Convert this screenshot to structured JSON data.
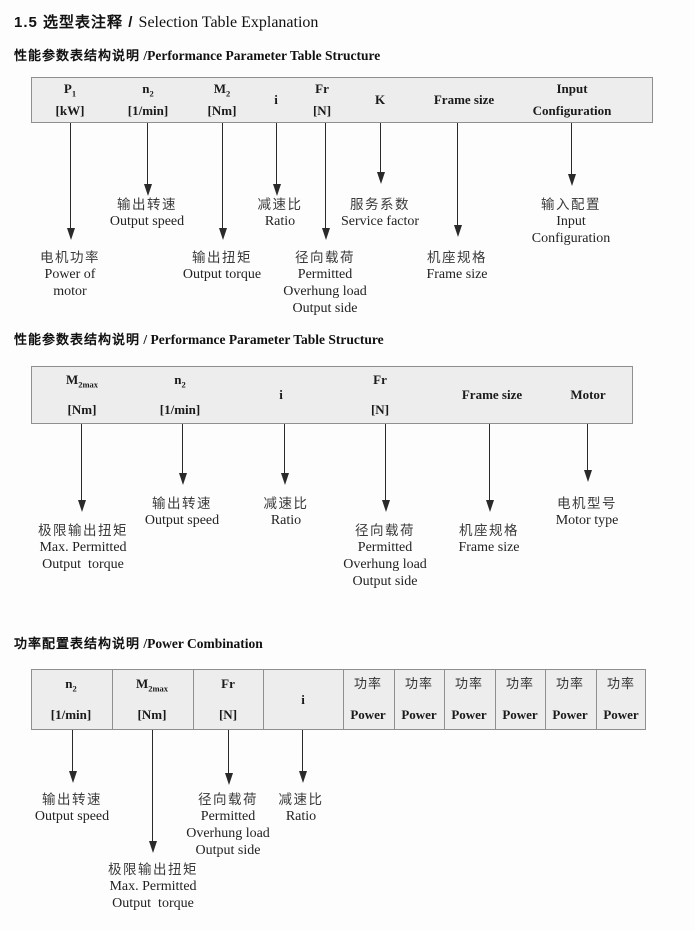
{
  "page_title": {
    "zh": "1.5 选型表注释",
    "sep": " / ",
    "en": "Selection Table Explanation"
  },
  "colors": {
    "table_background": "#ededed",
    "table_border": "#8f8f8f",
    "text": "#1a1a1a"
  },
  "sections": [
    {
      "heading": {
        "zh": "性能参数表结构说明",
        "sep": " /",
        "en": "Performance Parameter Table Structure"
      },
      "table_columns": [
        {
          "lines": [
            [
              "P",
              "1"
            ],
            [
              "[kW]",
              ""
            ]
          ]
        },
        {
          "lines": [
            [
              "n",
              "2"
            ],
            [
              "[1/min]",
              ""
            ]
          ]
        },
        {
          "lines": [
            [
              "M",
              "2"
            ],
            [
              "[Nm]",
              ""
            ]
          ]
        },
        {
          "lines": [
            [
              "i",
              ""
            ]
          ]
        },
        {
          "lines": [
            [
              "Fr",
              ""
            ],
            [
              "[N]",
              ""
            ]
          ]
        },
        {
          "lines": [
            [
              "K",
              ""
            ]
          ]
        },
        {
          "lines": [
            [
              "Frame size",
              ""
            ]
          ]
        },
        {
          "lines": [
            [
              "Input",
              ""
            ],
            [
              "Configuration",
              ""
            ]
          ]
        }
      ],
      "callouts": [
        {
          "name": "power-of-motor",
          "lines": [
            {
              "t": "电机功率",
              "zh": true
            },
            {
              "t": "Power of"
            },
            {
              "t": "motor"
            }
          ]
        },
        {
          "name": "output-speed",
          "lines": [
            {
              "t": "输出转速",
              "zh": true
            },
            {
              "t": "Output speed"
            }
          ]
        },
        {
          "name": "output-torque",
          "lines": [
            {
              "t": "输出扭矩",
              "zh": true
            },
            {
              "t": "Output torque"
            }
          ]
        },
        {
          "name": "ratio",
          "lines": [
            {
              "t": "减速比",
              "zh": true
            },
            {
              "t": "Ratio"
            }
          ]
        },
        {
          "name": "overhung-load",
          "lines": [
            {
              "t": "径向载荷",
              "zh": true
            },
            {
              "t": "Permitted"
            },
            {
              "t": "Overhung load"
            },
            {
              "t": "Output side"
            }
          ]
        },
        {
          "name": "service-factor",
          "lines": [
            {
              "t": "服务系数",
              "zh": true
            },
            {
              "t": "Service factor"
            }
          ]
        },
        {
          "name": "frame-size",
          "lines": [
            {
              "t": "机座规格",
              "zh": true
            },
            {
              "t": "Frame size"
            }
          ]
        },
        {
          "name": "input-configuration",
          "lines": [
            {
              "t": "输入配置",
              "zh": true
            },
            {
              "t": "Input"
            },
            {
              "t": "Configuration"
            }
          ]
        }
      ]
    },
    {
      "heading": {
        "zh": "性能参数表结构说明",
        "sep": " / ",
        "en": "Performance Parameter Table Structure"
      },
      "table_columns": [
        {
          "lines": [
            [
              "M",
              "2max"
            ],
            [
              "[Nm]",
              ""
            ]
          ]
        },
        {
          "lines": [
            [
              "n",
              "2"
            ],
            [
              "[1/min]",
              ""
            ]
          ]
        },
        {
          "lines": [
            [
              "i",
              ""
            ]
          ]
        },
        {
          "lines": [
            [
              "Fr",
              ""
            ],
            [
              "[N]",
              ""
            ]
          ]
        },
        {
          "lines": [
            [
              "Frame size",
              ""
            ]
          ]
        },
        {
          "lines": [
            [
              "Motor",
              ""
            ]
          ]
        }
      ],
      "callouts": [
        {
          "name": "max-output-torque",
          "lines": [
            {
              "t": "极限输出扭矩",
              "zh": true
            },
            {
              "t": "Max. Permitted"
            },
            {
              "t": "Output  torque"
            }
          ]
        },
        {
          "name": "output-speed",
          "lines": [
            {
              "t": "输出转速",
              "zh": true
            },
            {
              "t": "Output speed"
            }
          ]
        },
        {
          "name": "ratio",
          "lines": [
            {
              "t": "减速比",
              "zh": true
            },
            {
              "t": "Ratio"
            }
          ]
        },
        {
          "name": "overhung-load",
          "lines": [
            {
              "t": "径向载荷",
              "zh": true
            },
            {
              "t": "Permitted"
            },
            {
              "t": "Overhung load"
            },
            {
              "t": "Output side"
            }
          ]
        },
        {
          "name": "frame-size",
          "lines": [
            {
              "t": "机座规格",
              "zh": true
            },
            {
              "t": "Frame size"
            }
          ]
        },
        {
          "name": "motor-type",
          "lines": [
            {
              "t": "电机型号",
              "zh": true
            },
            {
              "t": "Motor type"
            }
          ]
        }
      ]
    },
    {
      "heading": {
        "zh": "功率配置表结构说明",
        "sep": " /",
        "en": "Power Combination"
      },
      "table_columns": [
        {
          "lines": [
            [
              "n",
              "2"
            ],
            [
              "[1/min]",
              ""
            ]
          ]
        },
        {
          "lines": [
            [
              "M",
              "2max"
            ],
            [
              "[Nm]",
              ""
            ]
          ]
        },
        {
          "lines": [
            [
              "Fr",
              ""
            ],
            [
              "[N]",
              ""
            ]
          ]
        },
        {
          "lines": [
            [
              "i",
              ""
            ]
          ]
        },
        {
          "lines": [
            [
              "功率",
              ""
            ],
            [
              "Power",
              ""
            ]
          ]
        },
        {
          "lines": [
            [
              "功率",
              ""
            ],
            [
              "Power",
              ""
            ]
          ]
        },
        {
          "lines": [
            [
              "功率",
              ""
            ],
            [
              "Power",
              ""
            ]
          ]
        },
        {
          "lines": [
            [
              "功率",
              ""
            ],
            [
              "Power",
              ""
            ]
          ]
        },
        {
          "lines": [
            [
              "功率",
              ""
            ],
            [
              "Power",
              ""
            ]
          ]
        },
        {
          "lines": [
            [
              "功率",
              ""
            ],
            [
              "Power",
              ""
            ]
          ]
        }
      ],
      "callouts": [
        {
          "name": "output-speed",
          "lines": [
            {
              "t": "输出转速",
              "zh": true
            },
            {
              "t": "Output speed"
            }
          ]
        },
        {
          "name": "max-output-torque",
          "lines": [
            {
              "t": "极限输出扭矩",
              "zh": true
            },
            {
              "t": "Max. Permitted"
            },
            {
              "t": "Output  torque"
            }
          ]
        },
        {
          "name": "overhung-load",
          "lines": [
            {
              "t": "径向载荷",
              "zh": true
            },
            {
              "t": "Permitted"
            },
            {
              "t": "Overhung load"
            },
            {
              "t": "Output side"
            }
          ]
        },
        {
          "name": "ratio",
          "lines": [
            {
              "t": "减速比",
              "zh": true
            },
            {
              "t": "Ratio"
            }
          ]
        }
      ]
    }
  ]
}
